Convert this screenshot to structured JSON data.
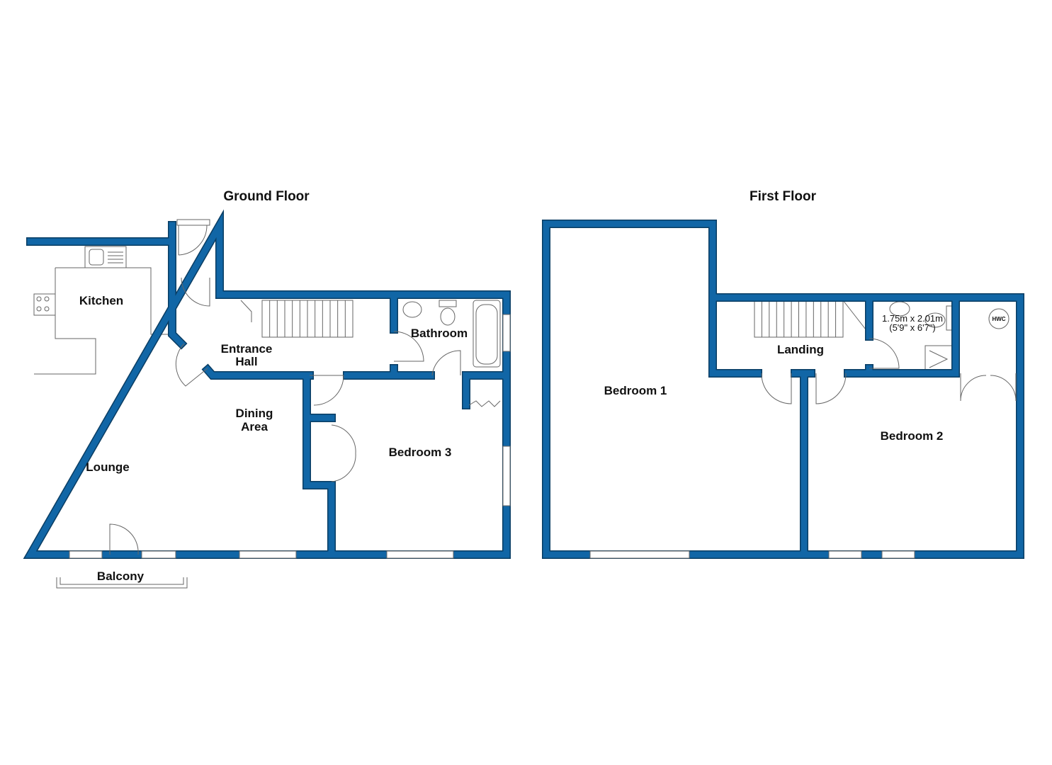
{
  "floors": {
    "ground": {
      "title": "Ground Floor",
      "rooms": {
        "kitchen": "Kitchen",
        "entrance_hall_line1": "Entrance",
        "entrance_hall_line2": "Hall",
        "bathroom": "Bathroom",
        "dining_line1": "Dining",
        "dining_line2": "Area",
        "lounge": "Lounge",
        "bedroom3": "Bedroom 3",
        "balcony": "Balcony"
      }
    },
    "first": {
      "title": "First Floor",
      "rooms": {
        "bedroom1": "Bedroom 1",
        "landing": "Landing",
        "bedroom2": "Bedroom 2",
        "ensuite_dim_metric": "1.75m x 2.01m",
        "ensuite_dim_imperial": "(5'9\" x 6'7\")",
        "hwc": "HWC"
      }
    }
  },
  "colors": {
    "wall": "#1166a6",
    "wall_edge": "#0a3d63"
  }
}
